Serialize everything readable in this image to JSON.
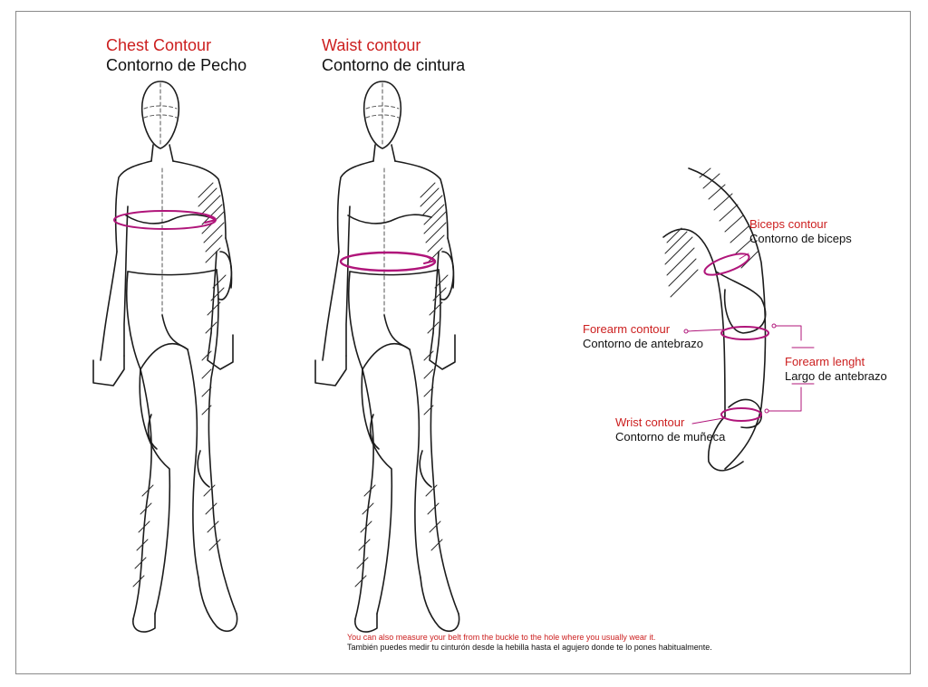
{
  "colors": {
    "accent": "#cc1f1f",
    "measure": "#b0157a",
    "ink": "#1c1c1c"
  },
  "chest": {
    "title_en": "Chest Contour",
    "title_es": "Contorno de Pecho"
  },
  "waist": {
    "title_en": "Waist contour",
    "title_es": "Contorno de cintura"
  },
  "arm": {
    "biceps": {
      "en": "Biceps contour",
      "es": "Contorno de biceps"
    },
    "forearm": {
      "en": "Forearm contour",
      "es": "Contorno de antebrazo"
    },
    "length": {
      "en": "Forearm lenght",
      "es": "Largo de antebrazo"
    },
    "wrist": {
      "en": "Wrist contour",
      "es": "Contorno de muñeca"
    }
  },
  "note": {
    "en": "You can also measure your belt from the buckle to the hole where you usually wear it.",
    "es": "También puedes medir tu cinturón desde la hebilla hasta el agujero donde te lo pones habitualmente."
  }
}
